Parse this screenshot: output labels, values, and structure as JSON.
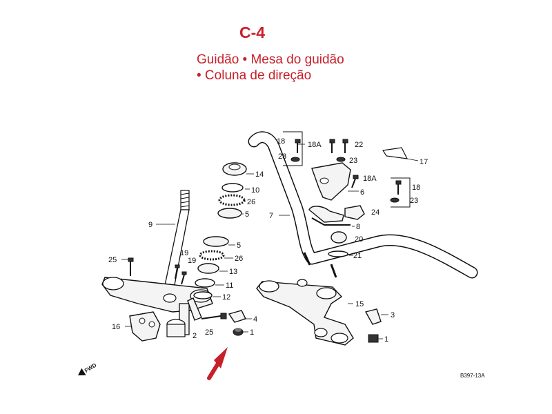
{
  "header": {
    "code": "C-4",
    "subtitle_line1": "Guidão • Mesa do guidão",
    "subtitle_line2": "• Coluna de direção"
  },
  "diagram": {
    "reference": "B397-13A",
    "fwd_label": "FWD",
    "callouts": {
      "c1a": "1",
      "c1b": "1",
      "c2": "2",
      "c3": "3",
      "c4": "4",
      "c5a": "5",
      "c5b": "5",
      "c6": "6",
      "c7": "7",
      "c8": "8",
      "c9": "9",
      "c10": "10",
      "c11": "11",
      "c12": "12",
      "c13": "13",
      "c14": "14",
      "c15": "15",
      "c16": "16",
      "c17": "17",
      "c18a": "18",
      "c18b": "18",
      "c18A1": "18A",
      "c18A2": "18A",
      "c19a": "19",
      "c19b": "19",
      "c20": "20",
      "c21": "21",
      "c22": "22",
      "c23a": "23",
      "c23b": "23",
      "c23c": "23",
      "c24": "24",
      "c25a": "25",
      "c25b": "25",
      "c26a": "26",
      "c26b": "26"
    },
    "colors": {
      "title": "#c8202a",
      "arrow": "#c8202a",
      "lines": "#111111"
    }
  }
}
